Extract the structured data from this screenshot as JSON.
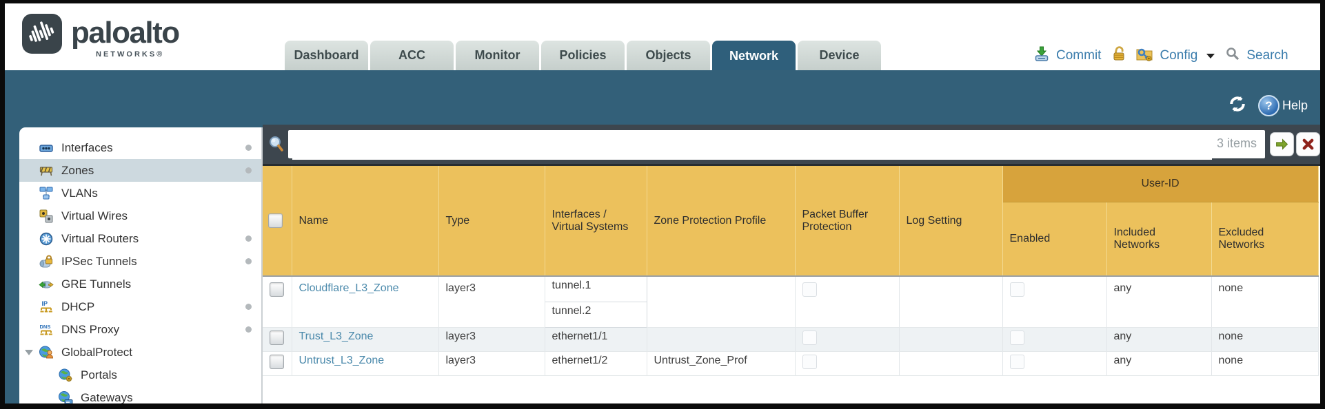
{
  "brand": {
    "word": "paloalto",
    "sub": "NETWORKS®"
  },
  "header": {
    "tabs": [
      {
        "label": "Dashboard",
        "active": false
      },
      {
        "label": "ACC",
        "active": false
      },
      {
        "label": "Monitor",
        "active": false
      },
      {
        "label": "Policies",
        "active": false
      },
      {
        "label": "Objects",
        "active": false
      },
      {
        "label": "Network",
        "active": true
      },
      {
        "label": "Device",
        "active": false
      }
    ],
    "commit_label": "Commit",
    "config_label": "Config",
    "search_label": "Search"
  },
  "toolbar": {
    "help_label": "Help"
  },
  "sidebar": {
    "items": [
      {
        "label": "Interfaces",
        "icon": "interfaces-icon",
        "dot": true,
        "selected": false
      },
      {
        "label": "Zones",
        "icon": "zones-icon",
        "dot": true,
        "selected": true
      },
      {
        "label": "VLANs",
        "icon": "vlans-icon",
        "dot": false,
        "selected": false
      },
      {
        "label": "Virtual Wires",
        "icon": "virtual-wires-icon",
        "dot": false,
        "selected": false
      },
      {
        "label": "Virtual Routers",
        "icon": "virtual-routers-icon",
        "dot": true,
        "selected": false
      },
      {
        "label": "IPSec Tunnels",
        "icon": "ipsec-tunnels-icon",
        "dot": true,
        "selected": false
      },
      {
        "label": "GRE Tunnels",
        "icon": "gre-tunnels-icon",
        "dot": false,
        "selected": false
      },
      {
        "label": "DHCP",
        "icon": "dhcp-icon",
        "dot": true,
        "selected": false
      },
      {
        "label": "DNS Proxy",
        "icon": "dns-proxy-icon",
        "dot": true,
        "selected": false
      },
      {
        "label": "GlobalProtect",
        "icon": "globalprotect-icon",
        "dot": false,
        "selected": false,
        "expandable": true
      },
      {
        "label": "Portals",
        "icon": "portals-icon",
        "dot": false,
        "selected": false,
        "child": true
      },
      {
        "label": "Gateways",
        "icon": "gateways-icon",
        "dot": false,
        "selected": false,
        "child": true
      }
    ]
  },
  "filter": {
    "value": "",
    "count": "3 items"
  },
  "table": {
    "group_header": "User-ID",
    "columns": [
      "Name",
      "Type",
      "Interfaces / Virtual Systems",
      "Zone Protection Profile",
      "Packet Buffer Protection",
      "Log Setting",
      "Enabled",
      "Included Networks",
      "Excluded Networks"
    ],
    "rows": [
      {
        "name": "Cloudflare_L3_Zone",
        "type": "layer3",
        "interfaces": [
          "tunnel.1",
          "tunnel.2"
        ],
        "zone_protection_profile": "",
        "log_setting": "",
        "included_networks": "any",
        "excluded_networks": "none"
      },
      {
        "name": "Trust_L3_Zone",
        "type": "layer3",
        "interfaces": [
          "ethernet1/1"
        ],
        "zone_protection_profile": "",
        "log_setting": "",
        "included_networks": "any",
        "excluded_networks": "none"
      },
      {
        "name": "Untrust_L3_Zone",
        "type": "layer3",
        "interfaces": [
          "ethernet1/2"
        ],
        "zone_protection_profile": "Untrust_Zone_Prof",
        "log_setting": "",
        "included_networks": "any",
        "excluded_networks": "none"
      }
    ]
  },
  "colors": {
    "teal_band": "#336079",
    "active_tab": "#2f5f7b",
    "header_gold": "#ecc15c",
    "user_id_band": "#d7a33c",
    "link_blue": "#4a89ab",
    "action_blue": "#3a7cac",
    "filter_strip": "#3d464e"
  }
}
